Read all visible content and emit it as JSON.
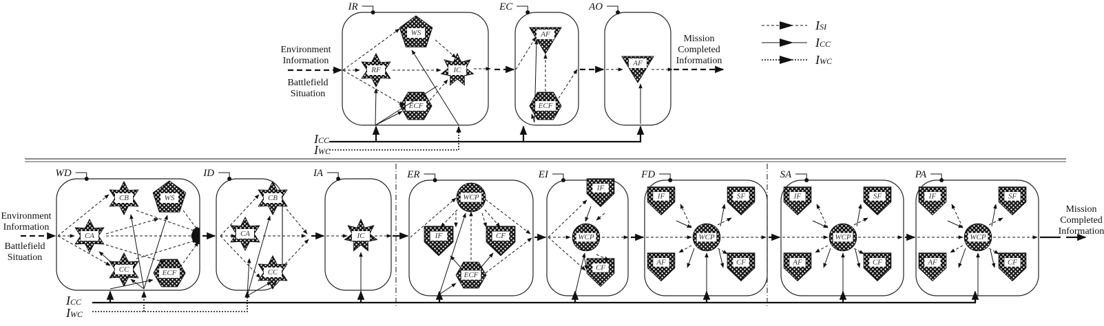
{
  "top_row": {
    "input_label": [
      "Environment",
      "Information"
    ],
    "input_label2": [
      "Battlefield",
      "Situation"
    ],
    "output_label": [
      "Mission",
      "Completed",
      "Information"
    ],
    "phases": [
      {
        "id": "IR",
        "nodes": [
          {
            "id": "RF",
            "shape": "star6"
          },
          {
            "id": "WS",
            "shape": "pentagon"
          },
          {
            "id": "IC",
            "shape": "star7"
          },
          {
            "id": "ECF",
            "shape": "hexagon"
          }
        ]
      },
      {
        "id": "EC",
        "nodes": [
          {
            "id": "AF",
            "shape": "triangle"
          },
          {
            "id": "ECF",
            "shape": "hexagon"
          }
        ]
      },
      {
        "id": "AO",
        "nodes": [
          {
            "id": "AF",
            "shape": "triangle"
          }
        ]
      }
    ],
    "bus": {
      "cc": "I",
      "cc_sub": "CC",
      "wc": "I",
      "wc_sub": "WC"
    }
  },
  "legend": [
    {
      "symbol": "I",
      "sub": "SI",
      "style": "dashed"
    },
    {
      "symbol": "I",
      "sub": "CC",
      "style": "solid"
    },
    {
      "symbol": "I",
      "sub": "WC",
      "style": "dotted"
    }
  ],
  "bottom_row": {
    "input_label": [
      "Environment",
      "Information"
    ],
    "input_label2": [
      "Battlefield",
      "Situation"
    ],
    "output_label": [
      "Mission",
      "Completed",
      "Information"
    ],
    "phases": [
      {
        "id": "WD",
        "nodes": [
          {
            "id": "CA",
            "shape": "star6"
          },
          {
            "id": "CB",
            "shape": "star6"
          },
          {
            "id": "CC",
            "shape": "star6"
          },
          {
            "id": "WS",
            "shape": "pentagon"
          },
          {
            "id": "ECF",
            "shape": "hexagon"
          }
        ]
      },
      {
        "id": "ID",
        "nodes": [
          {
            "id": "CA",
            "shape": "star6"
          },
          {
            "id": "CB",
            "shape": "star6"
          },
          {
            "id": "CC",
            "shape": "star6"
          }
        ]
      },
      {
        "id": "IA",
        "nodes": [
          {
            "id": "IC",
            "shape": "star7"
          }
        ]
      },
      {
        "id": "ER",
        "nodes": [
          {
            "id": "WCP",
            "shape": "circle"
          },
          {
            "id": "IF",
            "shape": "pentagon-down"
          },
          {
            "id": "CF",
            "shape": "pentagon-down"
          },
          {
            "id": "ECF",
            "shape": "hexagon"
          }
        ]
      },
      {
        "id": "EI",
        "nodes": [
          {
            "id": "WCP",
            "shape": "circle"
          },
          {
            "id": "IF",
            "shape": "pentagon-down"
          },
          {
            "id": "CF",
            "shape": "pentagon-down"
          }
        ]
      },
      {
        "id": "FD",
        "nodes": [
          {
            "id": "WCP",
            "shape": "circle"
          },
          {
            "id": "IF",
            "shape": "pentagon-down"
          },
          {
            "id": "SF",
            "shape": "pentagon-down"
          },
          {
            "id": "AF",
            "shape": "pentagon-down"
          },
          {
            "id": "CF",
            "shape": "pentagon-down"
          }
        ]
      },
      {
        "id": "SA",
        "nodes": [
          {
            "id": "WCP",
            "shape": "circle"
          },
          {
            "id": "IF",
            "shape": "pentagon-down"
          },
          {
            "id": "SF",
            "shape": "pentagon-down"
          },
          {
            "id": "AF",
            "shape": "pentagon-down"
          },
          {
            "id": "CF",
            "shape": "pentagon-down"
          }
        ]
      },
      {
        "id": "PA",
        "nodes": [
          {
            "id": "WCP",
            "shape": "circle"
          },
          {
            "id": "IF",
            "shape": "pentagon-down"
          },
          {
            "id": "SF",
            "shape": "pentagon-down"
          },
          {
            "id": "AF",
            "shape": "pentagon-down"
          },
          {
            "id": "CF",
            "shape": "pentagon-down"
          }
        ]
      }
    ],
    "bus": {
      "cc": "I",
      "cc_sub": "CC",
      "wc": "I",
      "wc_sub": "WC"
    }
  }
}
